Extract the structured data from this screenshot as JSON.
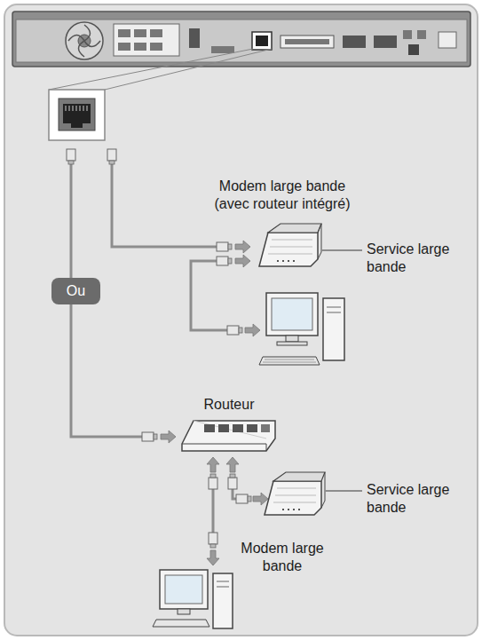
{
  "diagram": {
    "nodes": [
      {
        "text": [
          "Ou"
        ]
      }
    ],
    "labels": [
      "Modem large bande (avec routeur intégré)",
      "Service large bande",
      "Routeur",
      "Service large bande",
      "Modem large bande"
    ]
  }
}
